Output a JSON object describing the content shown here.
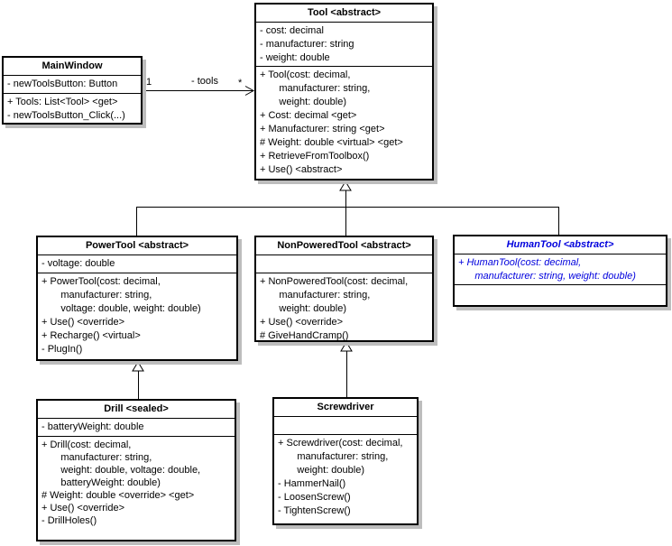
{
  "classes": [
    {
      "id": "tool",
      "title": "Tool <abstract>",
      "compartments": [
        [
          "- cost: decimal",
          "- manufacturer: string",
          "- weight: double"
        ],
        [
          "+ Tool(cost: decimal,",
          "       manufacturer: string,",
          "       weight: double)",
          "+ Cost: decimal <get>",
          "+ Manufacturer: string <get>",
          "# Weight: double <virtual> <get>",
          "+ RetrieveFromToolbox()",
          "+ Use() <abstract>"
        ]
      ]
    },
    {
      "id": "main-window",
      "title": "MainWindow",
      "compartments": [
        [
          "- newToolsButton: Button"
        ],
        [
          "+ Tools: List<Tool> <get>",
          "- newToolsButton_Click(...)"
        ]
      ]
    },
    {
      "id": "power-tool",
      "title": "PowerTool <abstract>",
      "compartments": [
        [
          "- voltage: double"
        ],
        [
          "+ PowerTool(cost: decimal,",
          "       manufacturer: string,",
          "       voltage: double, weight: double)",
          "+ Use() <override>",
          "+ Recharge() <virtual>",
          "- PlugIn()"
        ]
      ]
    },
    {
      "id": "non-powered-tool",
      "title": "NonPoweredTool <abstract>",
      "compartments": [
        [],
        [
          "+ NonPoweredTool(cost: decimal,",
          "       manufacturer: string,",
          "       weight: double)",
          "+ Use() <override>",
          "# GiveHandCramp()"
        ]
      ]
    },
    {
      "id": "human-tool",
      "title": "HumanTool <abstract>",
      "compartments": [
        [
          "+ HumanTool(cost: decimal,",
          "      manufacturer: string, weight: double)"
        ],
        []
      ]
    },
    {
      "id": "drill",
      "title": "Drill <sealed>",
      "compartments": [
        [
          "- batteryWeight: double"
        ],
        [
          "+ Drill(cost: decimal,",
          "       manufacturer: string,",
          "       weight: double, voltage: double,",
          "       batteryWeight: double)",
          "# Weight: double <override> <get>",
          "+ Use() <override>",
          "- DrillHoles()"
        ]
      ]
    },
    {
      "id": "screwdriver",
      "title": "Screwdriver",
      "compartments": [
        [],
        [
          "+ Screwdriver(cost: decimal,",
          "       manufacturer: string,",
          "       weight: double)",
          "- HammerNail()",
          "- LoosenScrew()",
          "- TightenScrew()"
        ]
      ]
    }
  ],
  "association": {
    "source": "MainWindow",
    "target": "Tool",
    "source_multiplicity": "1",
    "label": "- tools",
    "target_multiplicity": "*"
  },
  "generalizations": [
    {
      "parent": "Tool",
      "children": [
        "PowerTool",
        "NonPoweredTool",
        "HumanTool"
      ]
    },
    {
      "parent": "PowerTool",
      "children": [
        "Drill"
      ]
    },
    {
      "parent": "NonPoweredTool",
      "children": [
        "Screwdriver"
      ]
    }
  ],
  "colors": {
    "human_tool_text": "#0000dd",
    "box_border": "#000000",
    "box_shadow": "#bdbdbd",
    "background": "#ffffff"
  }
}
